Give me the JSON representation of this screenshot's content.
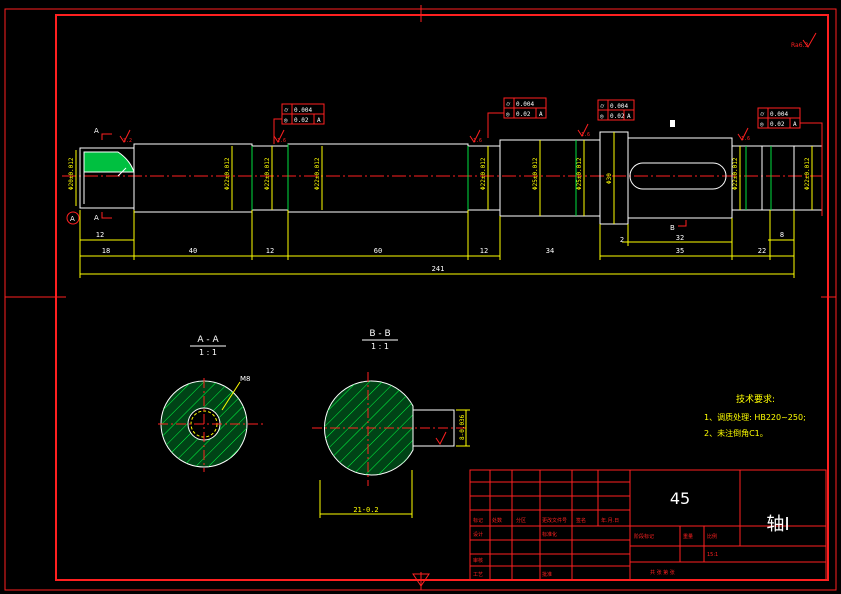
{
  "part_name": "轴Ⅰ",
  "material": "45",
  "scale": "15:1",
  "roughness_note": "Ra6.3",
  "tech_req": {
    "title": "技术要求:",
    "items": [
      "1、调质处理: HB220~250;",
      "2、未注倒角C1。"
    ]
  },
  "sections": {
    "aa": {
      "title": "A - A",
      "scale": "1 : 1",
      "thread": "M8"
    },
    "bb": {
      "title": "B - B",
      "scale": "1 : 1",
      "key_depth": "8-0.036",
      "width": "21-0.2"
    }
  },
  "markers": {
    "a": "A",
    "b": "B",
    "datum": "A"
  },
  "tolerance_frames": [
    {
      "sym": "⌭",
      "val": "0.004",
      "datum": ""
    },
    {
      "sym": "◎",
      "val": "0.02",
      "datum": "A"
    }
  ],
  "diameters": [
    "Φ20±0.012",
    "Φ22±0.012",
    "Φ22±0.012",
    "Φ22±0.012",
    "Φ22±0.012",
    "Φ25±0.012",
    "Φ25±0.012",
    "Φ30",
    "Φ22±0.012",
    "Φ22±0.012"
  ],
  "roughness_vals": [
    "3.2",
    "1.6",
    "1.6",
    "1.6",
    "1.6",
    "1.6"
  ],
  "dims": {
    "d12": "12",
    "d18": "18",
    "d40": "40",
    "d12b": "12",
    "d60": "60",
    "d12c": "12",
    "d34": "34",
    "d2": "2",
    "d32": "32",
    "d35": "35",
    "d22": "22",
    "d8": "8",
    "d241": "241"
  },
  "title_block": {
    "headers": [
      "标记",
      "处数",
      "分区",
      "更改文件号",
      "签名",
      "年.月.日"
    ],
    "row2": [
      "设计",
      "",
      "标准化",
      ""
    ],
    "row3": [
      "审核",
      "",
      ""
    ],
    "row4": [
      "工艺",
      "",
      "批准",
      ""
    ],
    "stage": "阶段标记",
    "weight": "重量",
    "scale_label": "比例",
    "sheet": "共  张  第  张"
  }
}
